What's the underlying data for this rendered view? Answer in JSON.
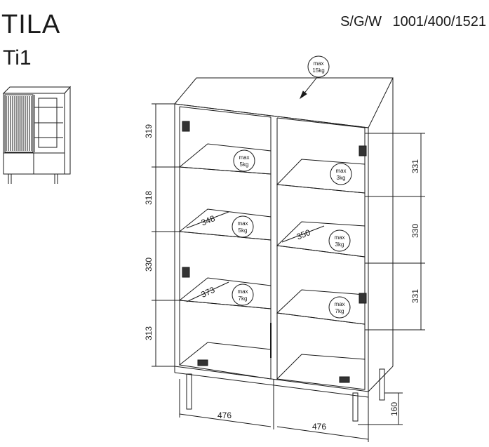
{
  "header": {
    "title": "TILA",
    "subtitle": "Ti1",
    "dims_label": "S/G/W",
    "dims_value": "1001/400/1521"
  },
  "left_dims": [
    "319",
    "318",
    "330",
    "313"
  ],
  "right_dims": [
    "331",
    "330",
    "331"
  ],
  "depth_dims": [
    "348",
    "350",
    "373"
  ],
  "width_dims": [
    "476",
    "476"
  ],
  "leg_dim": "160",
  "loads": {
    "top": [
      "max",
      "15kg"
    ],
    "left_shelf_1": [
      "max",
      "5kg"
    ],
    "left_shelf_2": [
      "max",
      "5kg"
    ],
    "left_shelf_3": [
      "max",
      "7kg"
    ],
    "right_shelf_1": [
      "max",
      "3kg"
    ],
    "right_shelf_2": [
      "max",
      "3kg"
    ],
    "right_shelf_3": [
      "max",
      "7kg"
    ]
  }
}
